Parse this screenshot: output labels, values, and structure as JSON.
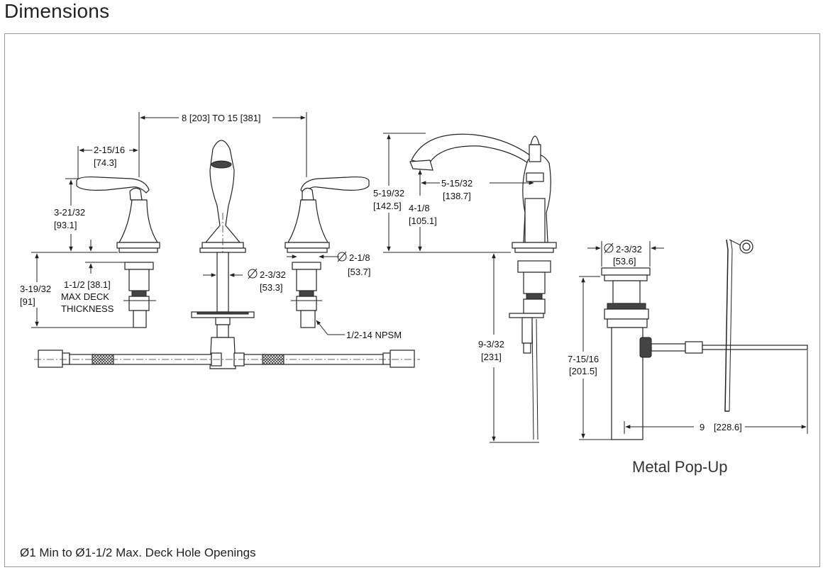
{
  "header": {
    "title": "Dimensions"
  },
  "dimensions": {
    "spread": "8 [203] TO 15 [381]",
    "handle_reach": "2-15/16",
    "handle_reach_mm": "[74.3]",
    "handle_height": "3-21/32",
    "handle_height_mm": "[93.1]",
    "shank_length": "3-19/32",
    "shank_length_mm": "[91]",
    "deck_thickness": "1-1/2 [38.1]",
    "deck_thickness_l2": "MAX DECK",
    "deck_thickness_l3": "THICKNESS",
    "spout_shank_dia": "2-3/32",
    "spout_shank_dia_mm": "[53.3]",
    "handle_base_dia": "2-1/8",
    "handle_base_dia_mm": "[53.7]",
    "thread": "1/2-14 NPSM",
    "spout_height": "5-19/32",
    "spout_height_mm": "[142.5]",
    "spout_reach": "5-15/32",
    "spout_reach_mm": "[138.7]",
    "outlet_height": "4-1/8",
    "outlet_height_mm": "[105.1]",
    "below_deck": "9-3/32",
    "below_deck_mm": "[231]",
    "drain_flange_dia": "2-3/32",
    "drain_flange_dia_mm": "[53.6]",
    "drain_length": "7-15/16",
    "drain_length_mm": "[201.5]",
    "rod_length": "9",
    "rod_length_mm": "[228.6]"
  },
  "captions": {
    "popup": "Metal Pop-Up",
    "footnote": "Ø1 Min to  Ø1-1/2 Max. Deck Hole Openings"
  }
}
